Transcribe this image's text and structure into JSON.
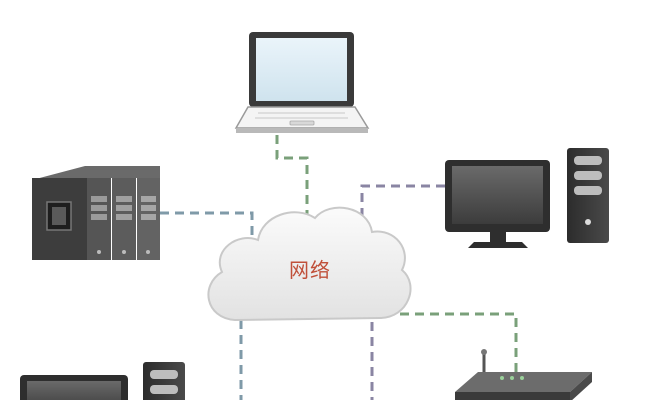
{
  "diagram": {
    "title": "",
    "center_label": "网络",
    "nodes": [
      {
        "id": "laptop",
        "icon": "laptop-icon"
      },
      {
        "id": "server-rack",
        "icon": "server-rack-icon"
      },
      {
        "id": "desktop-right",
        "icon": "desktop-computer-icon"
      },
      {
        "id": "desktop-left-bottom",
        "icon": "desktop-computer-icon"
      },
      {
        "id": "router",
        "icon": "router-icon"
      }
    ],
    "connections": [
      {
        "from": "laptop",
        "to": "cloud",
        "color": "#7aa07a"
      },
      {
        "from": "server-rack",
        "to": "cloud",
        "color": "#7f9aa8"
      },
      {
        "from": "desktop-right",
        "to": "cloud",
        "color": "#8a85a3"
      },
      {
        "from": "router",
        "to": "cloud",
        "color": "#7aa07a"
      },
      {
        "from": "desktop-left-bottom",
        "to": "cloud",
        "color": "#7f9aa8"
      },
      {
        "from": "cloud",
        "to": "bottom",
        "color": "#8a85a3"
      }
    ]
  },
  "colors": {
    "label": "#c0503a",
    "cloud_fill": "#efefef",
    "cloud_stroke": "#c9c9c9",
    "device_dark": "#3a3a3a",
    "screen": "#dcecf5"
  }
}
